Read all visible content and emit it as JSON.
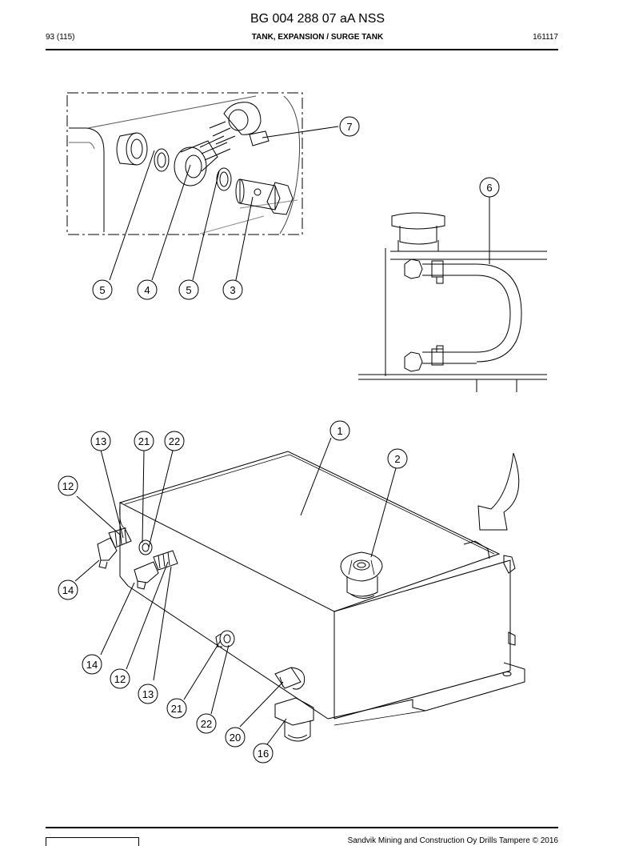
{
  "header": {
    "doc_id": "BG 004 288 07 aA NSS",
    "page": "93 (115)",
    "title": "TANK, EXPANSION / SURGE TANK",
    "code": "161117"
  },
  "footer": {
    "copyright": "Sandvik Mining and Construction Oy Drills Tampere © 2016"
  },
  "callouts": {
    "c5a": "5",
    "c4": "4",
    "c5b": "5",
    "c3": "3",
    "c7": "7",
    "c6": "6",
    "c1": "1",
    "c2": "2",
    "c13a": "13",
    "c21a": "21",
    "c22a": "22",
    "c12a": "12",
    "c14a": "14",
    "c14b": "14",
    "c12b": "12",
    "c13b": "13",
    "c21b": "21",
    "c22b": "22",
    "c20": "20",
    "c16": "16"
  }
}
